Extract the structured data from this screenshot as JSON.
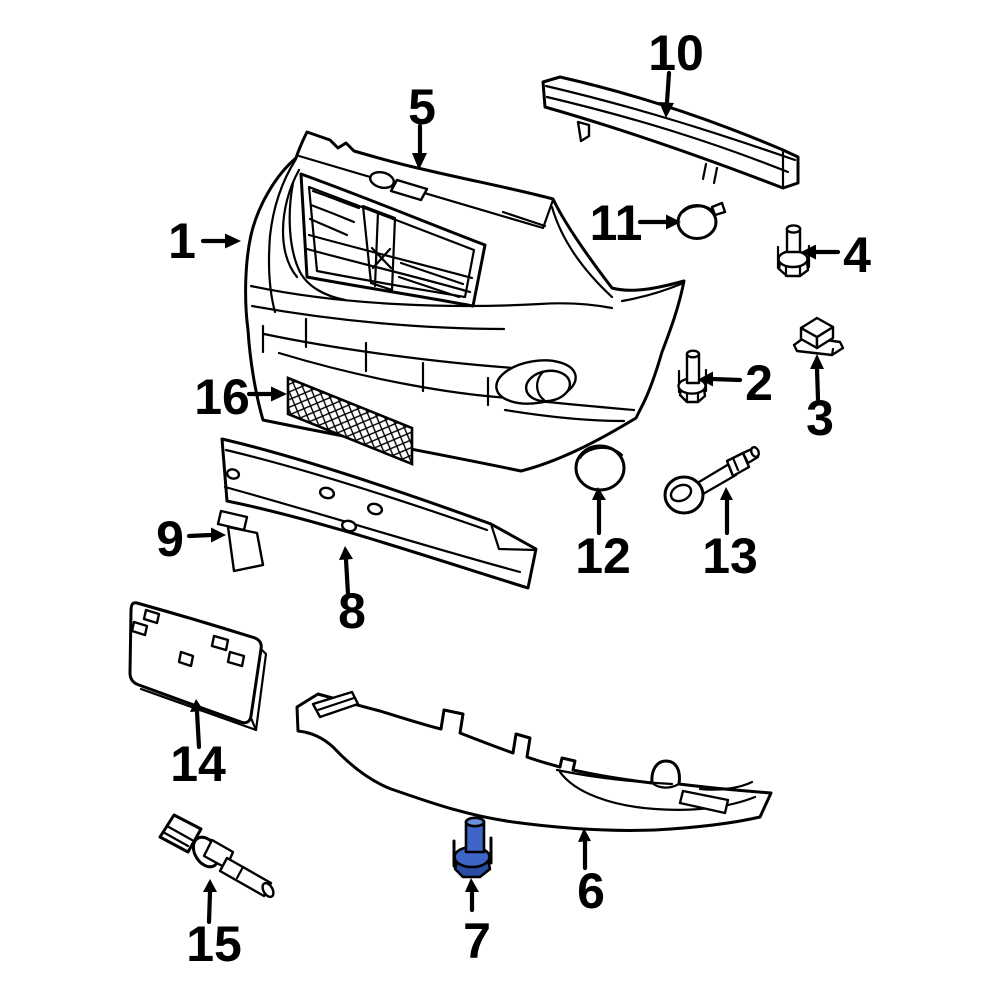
{
  "diagram": {
    "type": "exploded-parts-diagram",
    "subject": "front-bumper-assembly",
    "background": "#ffffff",
    "line_color": "#000000",
    "highlight_color": "#3E66C6",
    "highlight_dark": "#2A4DA4",
    "highlight_light": "#6A90DC",
    "highlighted_callout": "7",
    "callouts": [
      {
        "num": "1",
        "part": "front-bumper-cover"
      },
      {
        "num": "2",
        "part": "bolt"
      },
      {
        "num": "3",
        "part": "square-nut-retainer"
      },
      {
        "num": "4",
        "part": "bolt"
      },
      {
        "num": "5",
        "part": "grille"
      },
      {
        "num": "6",
        "part": "lower-valance-panel"
      },
      {
        "num": "7",
        "part": "bolt-highlighted"
      },
      {
        "num": "8",
        "part": "lower-impact-absorber"
      },
      {
        "num": "9",
        "part": "bracket"
      },
      {
        "num": "10",
        "part": "upper-impact-bar"
      },
      {
        "num": "11",
        "part": "retainer-clip"
      },
      {
        "num": "12",
        "part": "round-cap"
      },
      {
        "num": "13",
        "part": "tow-hook"
      },
      {
        "num": "14",
        "part": "license-plate-bracket"
      },
      {
        "num": "15",
        "part": "temperature-sensor"
      },
      {
        "num": "16",
        "part": "mesh-grille-insert"
      }
    ]
  }
}
